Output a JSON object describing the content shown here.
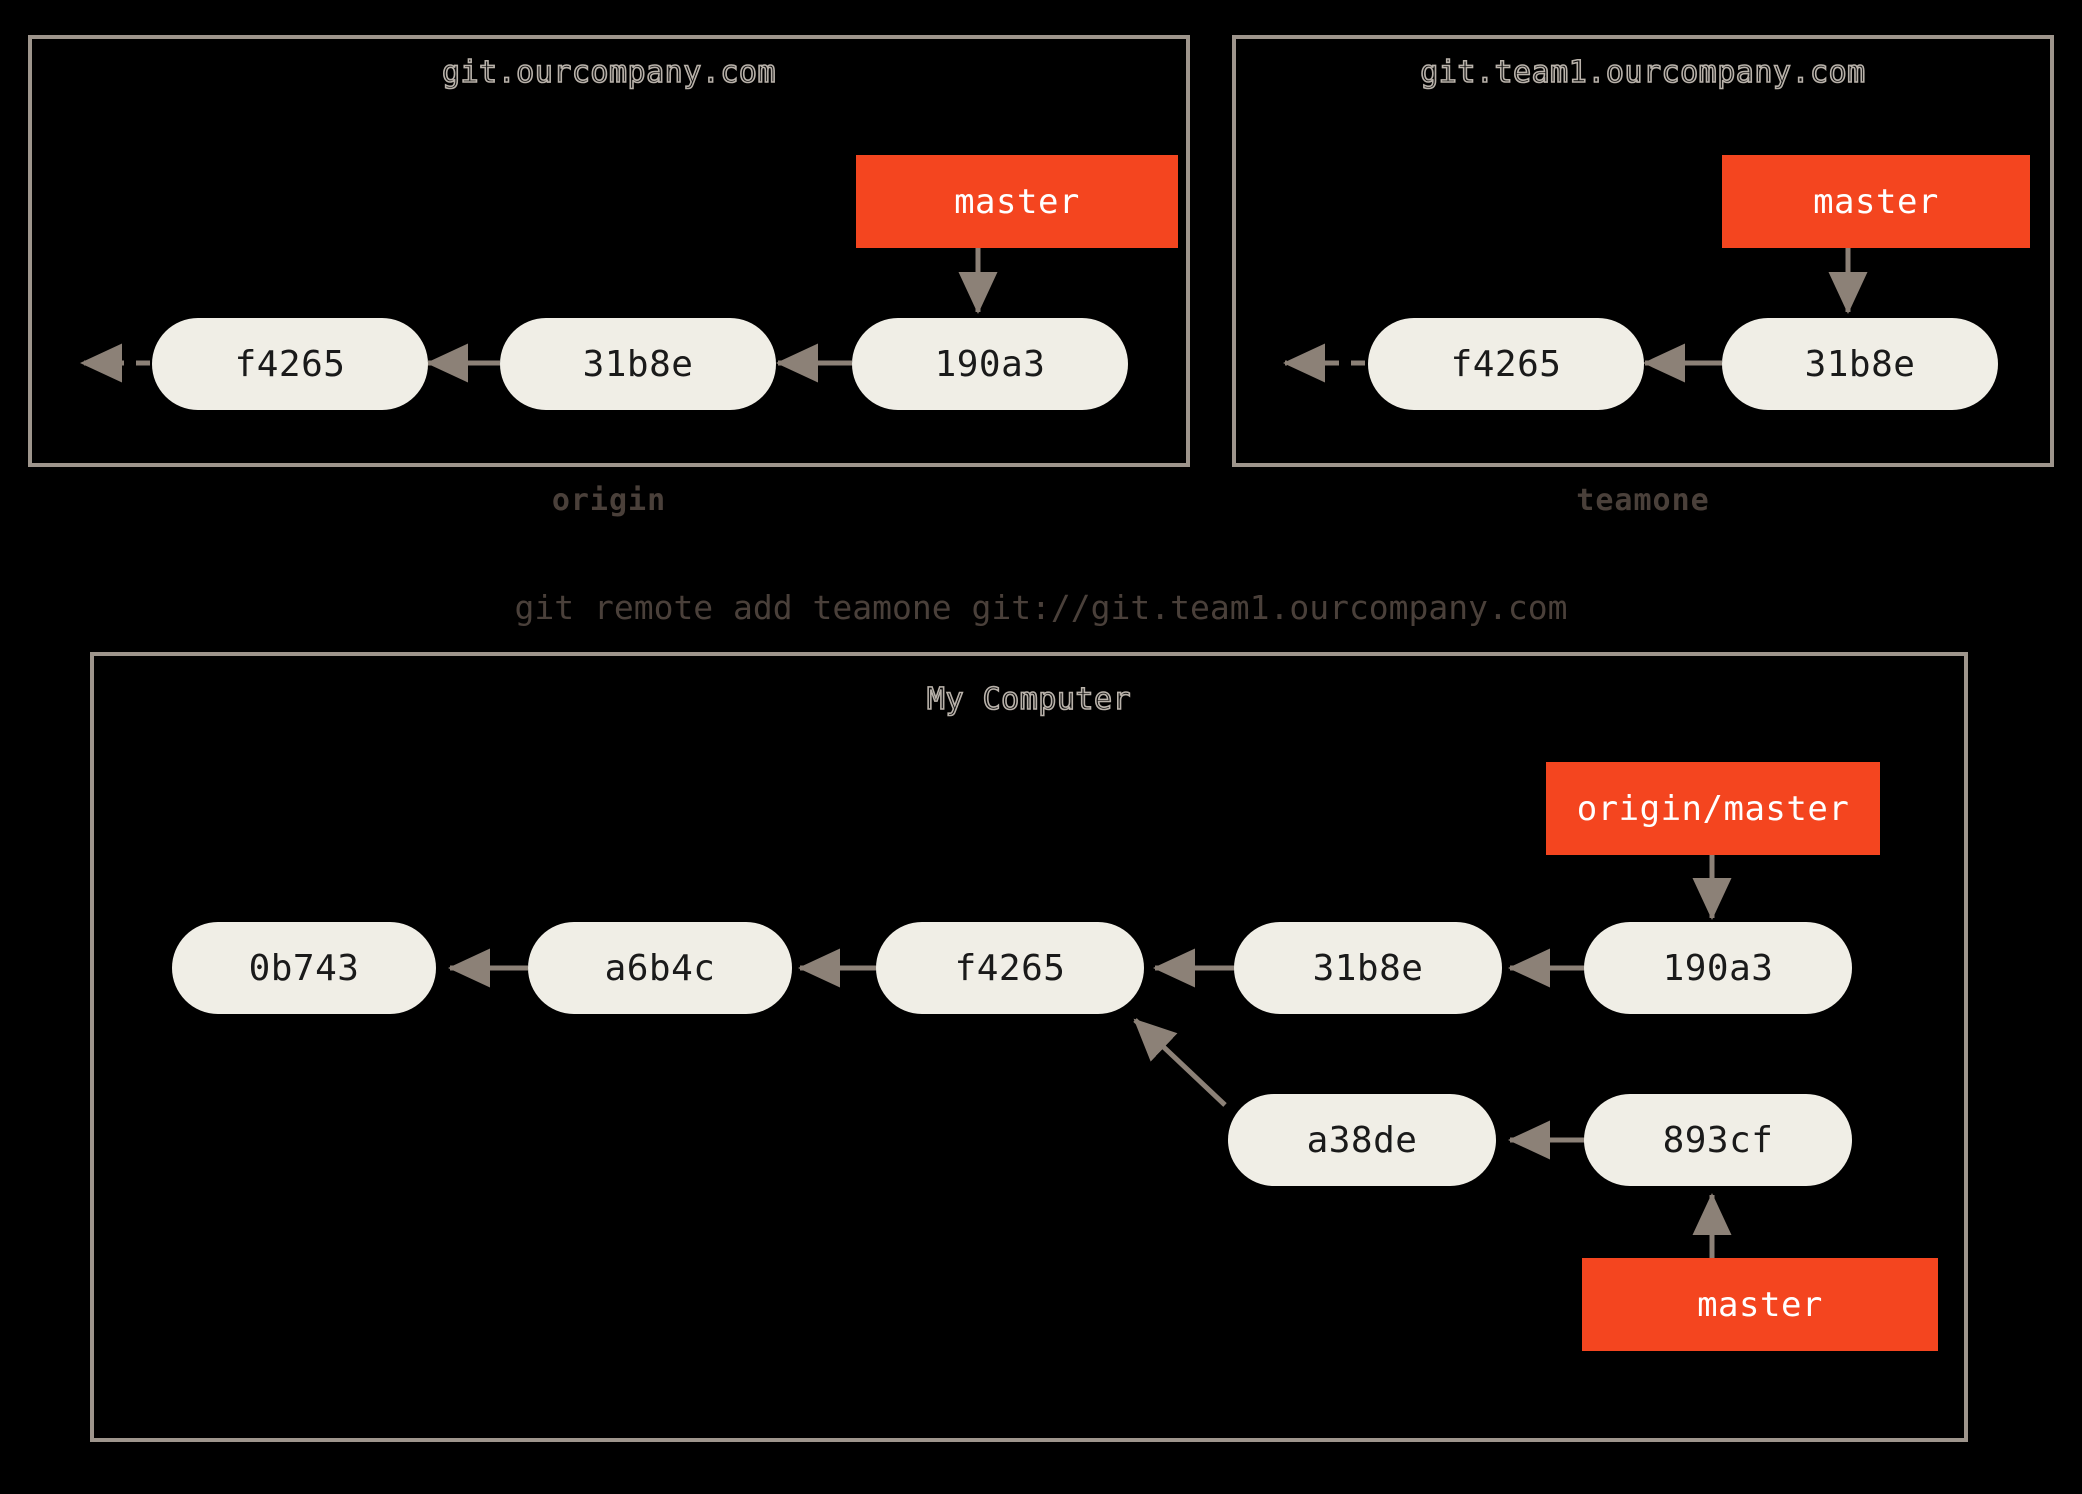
{
  "diagram": {
    "background_color": "#000000",
    "accent_color": "#f4451f",
    "commit_color": "#f0eee6",
    "border_color": "#9e958c",
    "arrow_color": "#8c8177",
    "command_text": "git remote add teamone git://git.team1.ourcompany.com"
  },
  "panels": [
    {
      "id": "origin",
      "title": "git.ourcompany.com",
      "caption": "origin",
      "branches": [
        {
          "label": "master",
          "points_to": "190a3"
        }
      ],
      "commits": [
        {
          "sha": "f4265"
        },
        {
          "sha": "31b8e"
        },
        {
          "sha": "190a3"
        }
      ]
    },
    {
      "id": "teamone",
      "title": "git.team1.ourcompany.com",
      "caption": "teamone",
      "branches": [
        {
          "label": "master",
          "points_to": "31b8e"
        }
      ],
      "commits": [
        {
          "sha": "f4265"
        },
        {
          "sha": "31b8e"
        }
      ]
    },
    {
      "id": "my-computer",
      "title": "My Computer",
      "caption": "",
      "branches": [
        {
          "label": "origin/master",
          "points_to": "190a3"
        },
        {
          "label": "master",
          "points_to": "893cf"
        }
      ],
      "commits": [
        {
          "sha": "0b743"
        },
        {
          "sha": "a6b4c"
        },
        {
          "sha": "f4265"
        },
        {
          "sha": "31b8e"
        },
        {
          "sha": "190a3"
        },
        {
          "sha": "a38de"
        },
        {
          "sha": "893cf"
        }
      ]
    }
  ],
  "labels": {
    "origin_title": "git.ourcompany.com",
    "origin_caption": "origin",
    "origin_master": "master",
    "origin_c1": "f4265",
    "origin_c2": "31b8e",
    "origin_c3": "190a3",
    "teamone_title": "git.team1.ourcompany.com",
    "teamone_caption": "teamone",
    "teamone_master": "master",
    "teamone_c1": "f4265",
    "teamone_c2": "31b8e",
    "command": "git remote add teamone git://git.team1.ourcompany.com",
    "local_title": "My Computer",
    "local_origin_master": "origin/master",
    "local_master": "master",
    "local_c0": "0b743",
    "local_c1": "a6b4c",
    "local_c2": "f4265",
    "local_c3": "31b8e",
    "local_c4": "190a3",
    "local_c5": "a38de",
    "local_c6": "893cf"
  }
}
